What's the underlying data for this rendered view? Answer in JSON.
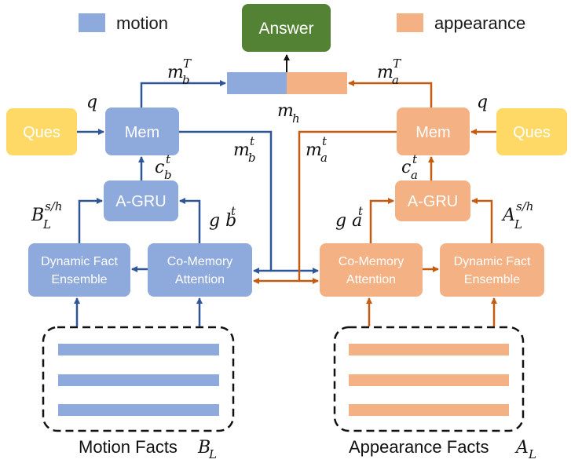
{
  "legend": {
    "motion": "motion",
    "appearance": "appearance",
    "motion_color": "#8EA9DB",
    "appearance_color": "#F4B183"
  },
  "answer": "Answer",
  "motion_side": {
    "ques": "Ques",
    "mem": "Mem",
    "agru": "A-GRU",
    "dfe_line1": "Dynamic Fact",
    "dfe_line2": "Ensemble",
    "cma_line1": "Co-Memory",
    "cma_line2": "Attention",
    "caption": "Motion Facts",
    "caption_var": "B",
    "caption_sub": "L"
  },
  "appearance_side": {
    "ques": "Ques",
    "mem": "Mem",
    "agru": "A-GRU",
    "dfe_line1": "Dynamic Fact",
    "dfe_line2": "Ensemble",
    "cma_line1": "Co-Memory",
    "cma_line2": "Attention",
    "caption": "Appearance Facts",
    "caption_var": "A",
    "caption_sub": "L"
  },
  "labels": {
    "q": "q",
    "m": "m",
    "sub_b": "b",
    "sub_a": "a",
    "sub_h": "h",
    "sup_T": "T",
    "sup_t": "t",
    "c": "c",
    "gb": "g b",
    "ga": "g a",
    "B": "B",
    "A": "A",
    "sub_L": "L",
    "sup_sh": "s/h"
  },
  "colors": {
    "answer": "#548235",
    "ques": "#FFD966",
    "motion_box": "#8EA9DB",
    "appearance_box": "#F4B183",
    "motion_arrow": "#2F5597",
    "appearance_arrow": "#C55A11"
  }
}
